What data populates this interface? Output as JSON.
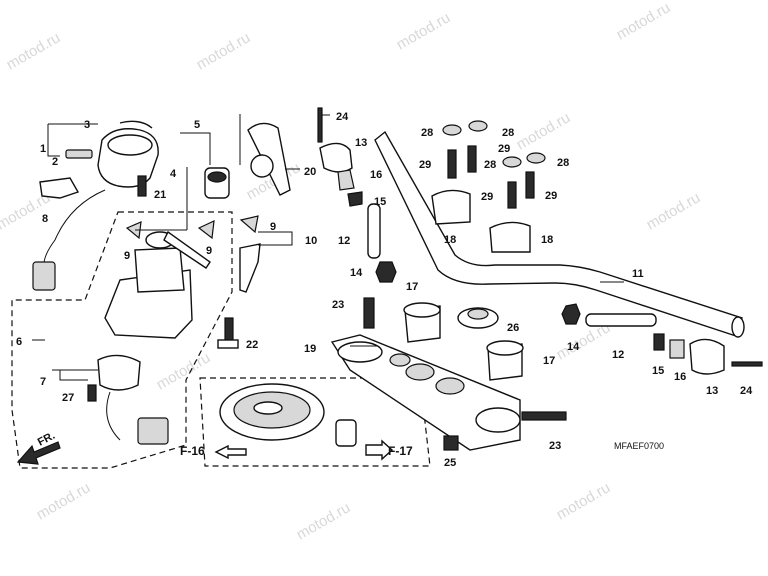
{
  "watermark": "motod.ru",
  "diagram_code": "MFAEF0700",
  "front_arrow_label": "FR.",
  "refs": {
    "f16": "F-16",
    "f17": "F-17"
  },
  "callouts": {
    "c1": "1",
    "c2": "2",
    "c3": "3",
    "c4": "4",
    "c5": "5",
    "c6": "6",
    "c7": "7",
    "c8": "8",
    "c9a": "9",
    "c9b": "9",
    "c9c": "9",
    "c10": "10",
    "c11": "11",
    "c12a": "12",
    "c12b": "12",
    "c13a": "13",
    "c13b": "13",
    "c14a": "14",
    "c14b": "14",
    "c15a": "15",
    "c15b": "15",
    "c16a": "16",
    "c16b": "16",
    "c17a": "17",
    "c17b": "17",
    "c18a": "18",
    "c18b": "18",
    "c19": "19",
    "c20": "20",
    "c21": "21",
    "c22": "22",
    "c23a": "23",
    "c23b": "23",
    "c24a": "24",
    "c24b": "24",
    "c25": "25",
    "c26": "26",
    "c27": "27",
    "c28a": "28",
    "c28b": "28",
    "c28c": "28",
    "c28d": "28",
    "c29a": "29",
    "c29b": "29",
    "c29c": "29",
    "c29d": "29"
  }
}
